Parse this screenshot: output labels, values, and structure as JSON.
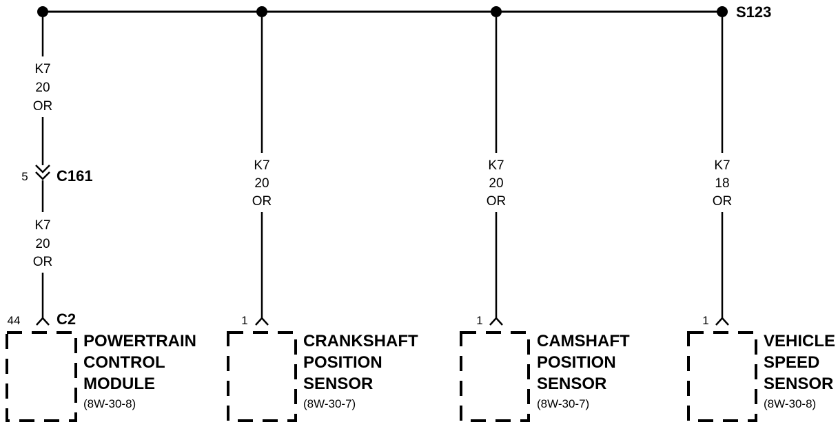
{
  "splice": {
    "label": "S123"
  },
  "inline_connector": {
    "label": "C161",
    "pin": "5"
  },
  "wires": [
    {
      "upper": [
        "K7",
        "20",
        "OR"
      ],
      "lower": [
        "K7",
        "20",
        "OR"
      ]
    },
    {
      "label": [
        "K7",
        "20",
        "OR"
      ]
    },
    {
      "label": [
        "K7",
        "20",
        "OR"
      ]
    },
    {
      "label": [
        "K7",
        "18",
        "OR"
      ]
    }
  ],
  "components": [
    {
      "pin": "44",
      "connector": "C2",
      "name": [
        "POWERTRAIN",
        "CONTROL",
        "MODULE"
      ],
      "ref": "(8W-30-8)"
    },
    {
      "pin": "1",
      "connector": "",
      "name": [
        "CRANKSHAFT",
        "POSITION",
        "SENSOR"
      ],
      "ref": "(8W-30-7)"
    },
    {
      "pin": "1",
      "connector": "",
      "name": [
        "CAMSHAFT",
        "POSITION",
        "SENSOR"
      ],
      "ref": "(8W-30-7)"
    },
    {
      "pin": "1",
      "connector": "",
      "name": [
        "VEHICLE",
        "SPEED",
        "SENSOR"
      ],
      "ref": "(8W-30-8)"
    }
  ]
}
